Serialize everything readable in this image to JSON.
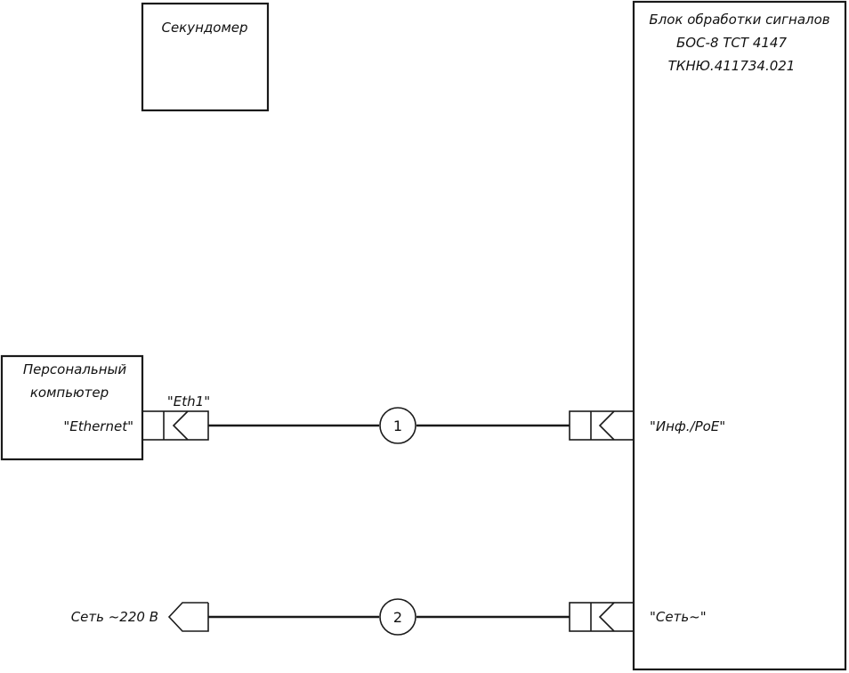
{
  "blocks": {
    "stopwatch": {
      "label": "Секундомер"
    },
    "signal_unit": {
      "line1": "Блок обработки сигналов",
      "line2": "БОС-8  ТСТ 4147",
      "line3": "ТКНЮ.411734.021"
    },
    "pc": {
      "line1": "Персональный",
      "line2": "компьютер"
    }
  },
  "ports": {
    "pc_ethernet": "\"Ethernet\"",
    "eth1": "\"Eth1\"",
    "unit_info_poe": "\"Инф./PoE\"",
    "unit_mains": "\"Сеть~\"",
    "mains_source": "Сеть ~220 В"
  },
  "links": [
    {
      "number": "1"
    },
    {
      "number": "2"
    }
  ]
}
